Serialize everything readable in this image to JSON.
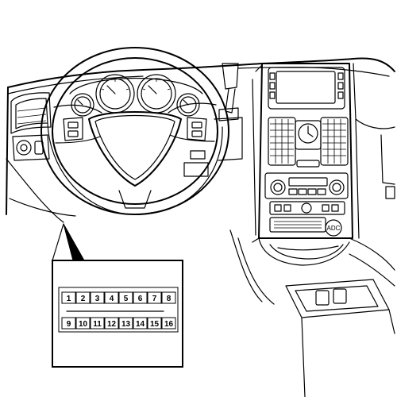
{
  "diagram": {
    "clock_button_label": "ADC",
    "connector": {
      "top_row": [
        "1",
        "2",
        "3",
        "4",
        "5",
        "6",
        "7",
        "8"
      ],
      "bottom_row": [
        "9",
        "10",
        "11",
        "12",
        "13",
        "14",
        "15",
        "16"
      ]
    }
  }
}
